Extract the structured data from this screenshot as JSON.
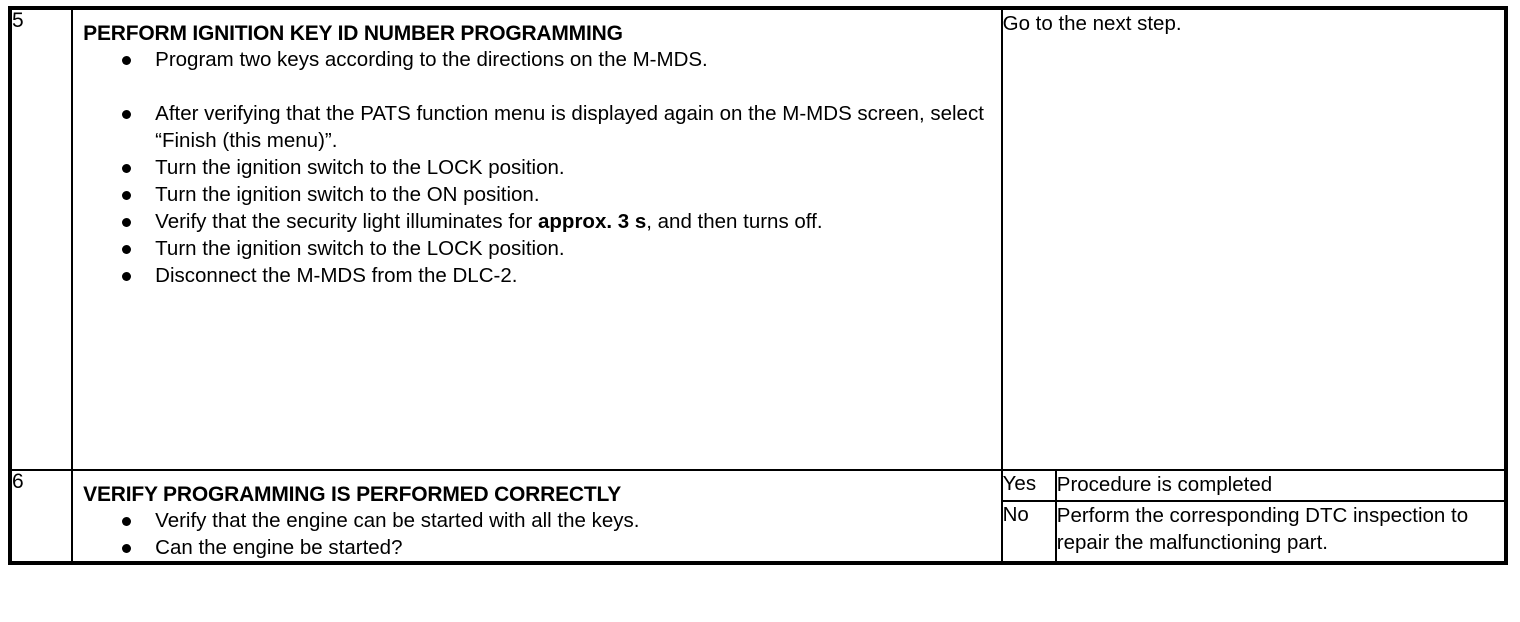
{
  "document": {
    "type": "diagnostic-procedure-table",
    "columns": [
      "step",
      "inspection",
      "result",
      "action"
    ]
  },
  "rows": [
    {
      "step": "5",
      "title": "PERFORM IGNITION KEY ID NUMBER PROGRAMMING",
      "bullets": [
        {
          "text": "Program two keys according to the directions on the M-MDS."
        },
        {
          "text": "After verifying that the PATS function menu is displayed again on the M-MDS screen, select “Finish (this menu)”."
        },
        {
          "text": "Turn the ignition switch to the LOCK position."
        },
        {
          "text": "Turn the ignition switch to the ON position."
        },
        {
          "pre": "Verify that the security light illuminates for ",
          "bold": "approx. 3 s",
          "post": ", and then turns off."
        },
        {
          "text": "Turn the ignition switch to the LOCK position."
        },
        {
          "text": "Disconnect the M-MDS from the DLC-2."
        }
      ],
      "results": [
        {
          "label": "",
          "action": "Go to the next step."
        }
      ]
    },
    {
      "step": "6",
      "title": "VERIFY PROGRAMMING IS PERFORMED CORRECTLY",
      "bullets": [
        {
          "text": "Verify that the engine can be started with all the keys."
        },
        {
          "text": "Can the engine be started?"
        }
      ],
      "results": [
        {
          "label": "Yes",
          "action": "Procedure is completed"
        },
        {
          "label": "No",
          "action": "Perform the corresponding DTC inspection to repair the malfunctioning part."
        }
      ]
    }
  ],
  "style": {
    "border_color": "#000000",
    "background": "#ffffff",
    "text_color": "#000000"
  }
}
